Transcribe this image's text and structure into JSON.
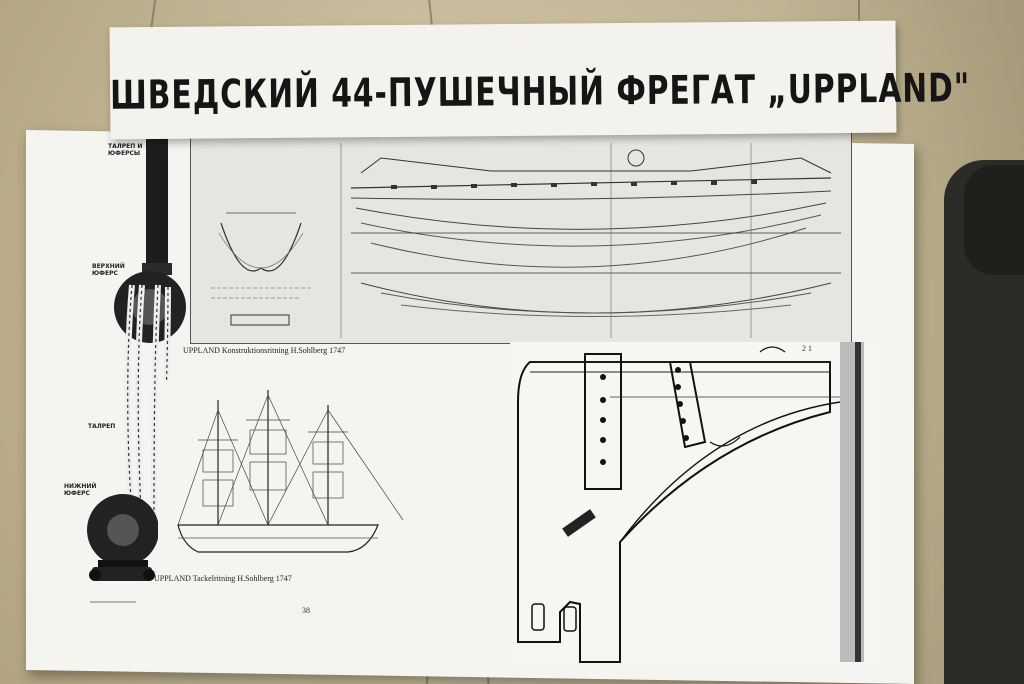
{
  "title": "ШВЕДСКИЙ 44-ПУШЕЧНЫЙ ФРЕГАТ „UPPLAND\"",
  "captions": {
    "construction": "UPPLAND  Konstruktionsritning  H.Sohlberg  1747",
    "rigging": "UPPLAND  Tackelritning  H.Sohlberg  1747"
  },
  "rig_labels": {
    "top": "ТАЛРЕП И ЮФЕРСЫ",
    "upper": "ВЕРХНИЙ ЮФЕРС",
    "middle": "ТАЛРЕП",
    "lower": "НИЖНИЙ ЮФЕРС"
  },
  "page_number": "38",
  "detail_number": "2 1"
}
